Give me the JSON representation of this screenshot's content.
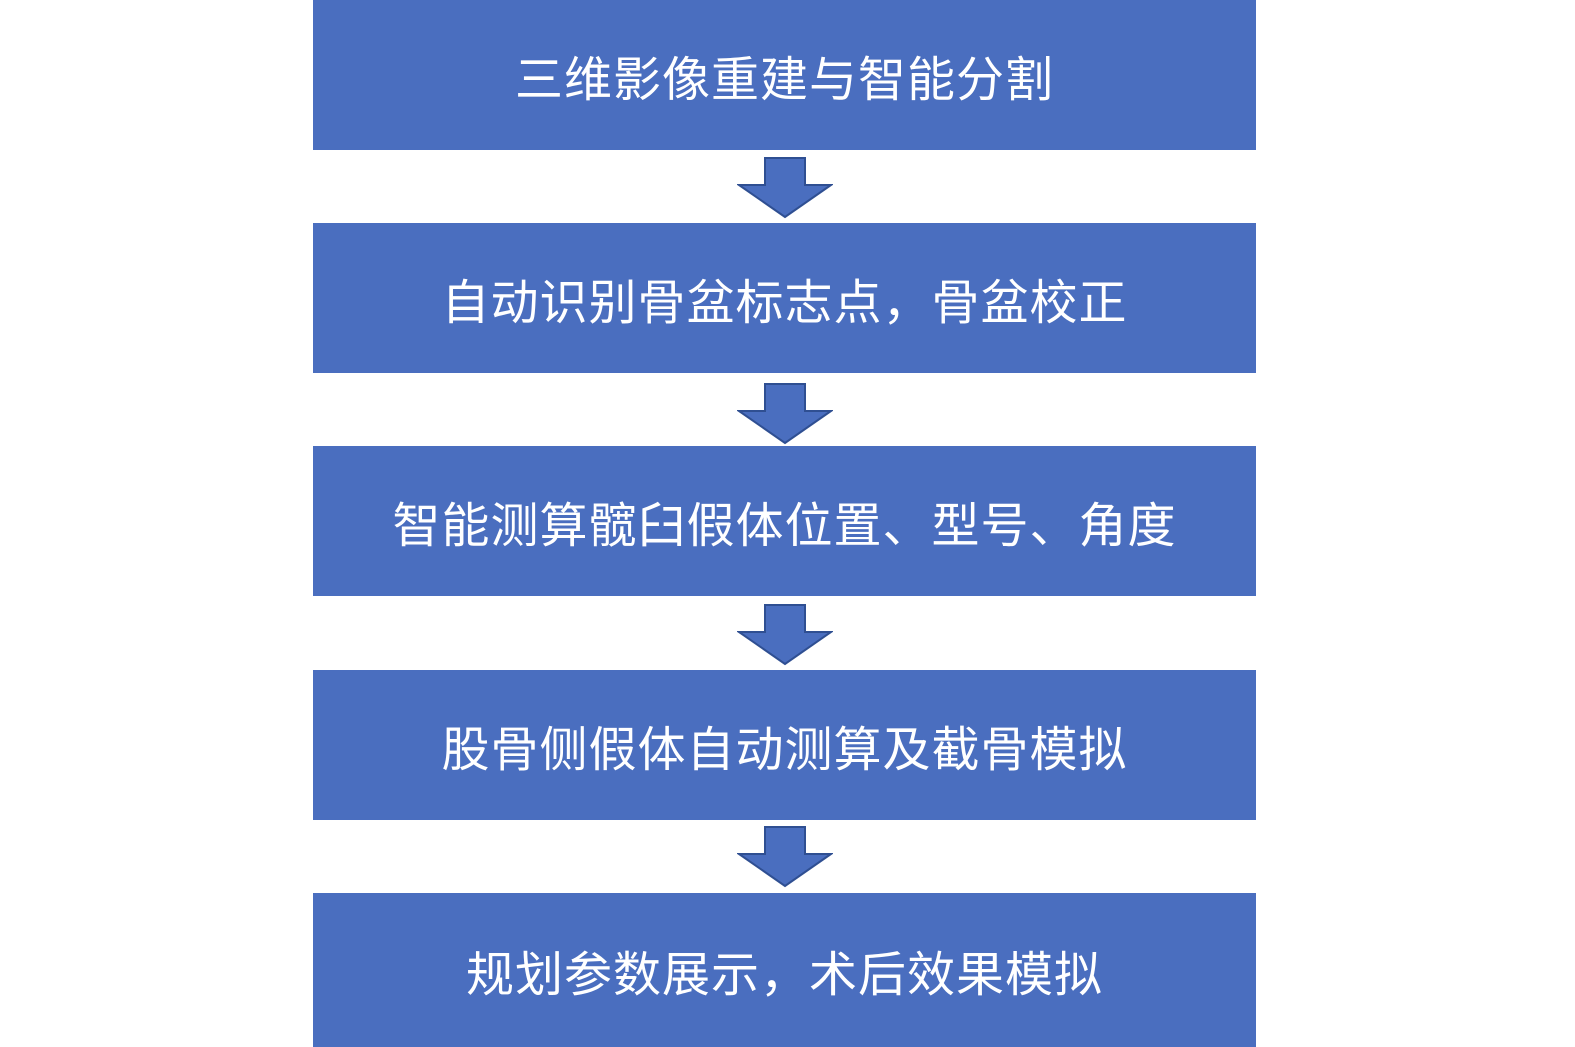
{
  "colors": {
    "box_fill": "#4a6ebf",
    "arrow_fill": "#4a6ebf",
    "arrow_stroke": "#2f4f92",
    "text": "#ffffff",
    "background": "#ffffff"
  },
  "steps": [
    {
      "label": "三维影像重建与智能分割"
    },
    {
      "label": "自动识别骨盆标志点，骨盆校正"
    },
    {
      "label": "智能测算髋臼假体位置、型号、角度"
    },
    {
      "label": "股骨侧假体自动测算及截骨模拟"
    },
    {
      "label": "规划参数展示，术后效果模拟"
    }
  ],
  "connectors": [
    {
      "icon": "down-arrow-icon"
    },
    {
      "icon": "down-arrow-icon"
    },
    {
      "icon": "down-arrow-icon"
    },
    {
      "icon": "down-arrow-icon"
    }
  ]
}
